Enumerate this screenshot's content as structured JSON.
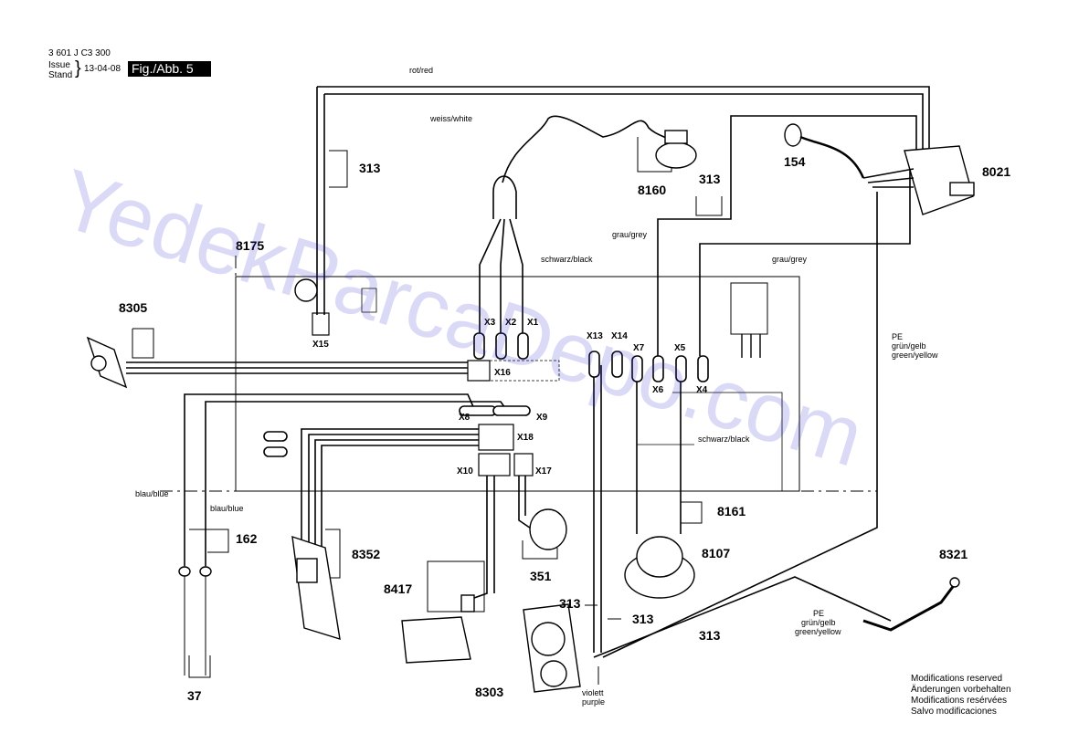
{
  "header": {
    "doc_number": "3 601 J C3 300",
    "issue_label": "Issue",
    "stand_label": "Stand",
    "date": "13-04-08",
    "figure": "Fig./Abb. 5"
  },
  "parts": {
    "p313a": "313",
    "p8160": "8160",
    "p154": "154",
    "p8021": "8021",
    "p313b": "313",
    "p8175": "8175",
    "p8305": "8305",
    "p162": "162",
    "p8352": "8352",
    "p8417": "8417",
    "p351": "351",
    "p8161": "8161",
    "p8107": "8107",
    "p8321": "8321",
    "p313c": "313",
    "p313d": "313",
    "p313e": "313",
    "p8303": "8303",
    "p37": "37"
  },
  "connectors": {
    "X15": "X15",
    "X16": "X16",
    "X3": "X3",
    "X2": "X2",
    "X1": "X1",
    "X13": "X13",
    "X14": "X14",
    "X7": "X7",
    "X5": "X5",
    "X6": "X6",
    "X4": "X4",
    "X8": "X8",
    "X9": "X9",
    "X18": "X18",
    "X10": "X10",
    "X17": "X17"
  },
  "wires": {
    "rot": "rot/red",
    "weiss": "weiss/white",
    "schwarz1": "schwarz/black",
    "grau1": "grau/grey",
    "grau2": "grau/grey",
    "schwarz2": "schwarz/black",
    "blau1": "blau/blue",
    "blau2": "blau/blue",
    "pe1": [
      "PE",
      "grün/gelb",
      "green/yellow"
    ],
    "pe2": [
      "PE",
      "grün/gelb",
      "green/yellow"
    ],
    "violett": [
      "violett",
      "purple"
    ]
  },
  "notes": [
    "Modifications reserved",
    "Änderungen vorbehalten",
    "Modifications resérvées",
    "Salvo modificaciones"
  ],
  "watermark": "YedekParcaDepo.com"
}
